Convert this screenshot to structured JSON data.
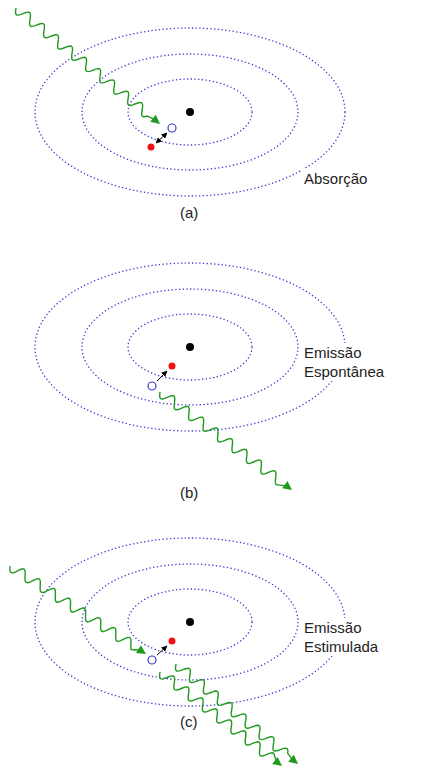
{
  "diagram": {
    "labels": [
      "Absorção",
      "(a)",
      "Emissão Espontânea",
      "(b)",
      "Emissão Estimulada",
      "(c)"
    ]
  }
}
